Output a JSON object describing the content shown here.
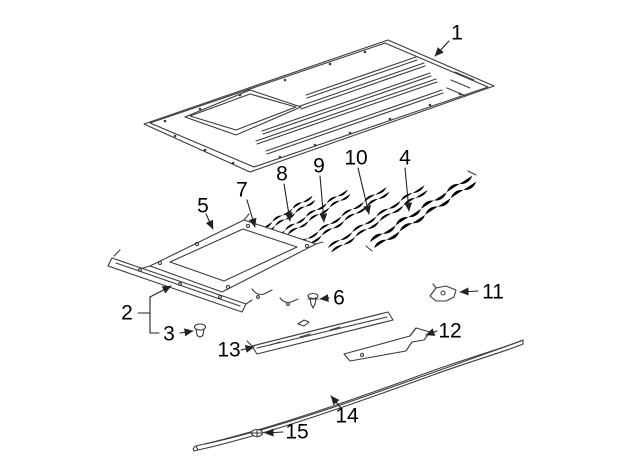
{
  "callouts": {
    "c1": {
      "label": "1"
    },
    "c2": {
      "label": "2"
    },
    "c3": {
      "label": "3"
    },
    "c4": {
      "label": "4"
    },
    "c5": {
      "label": "5"
    },
    "c6": {
      "label": "6"
    },
    "c7": {
      "label": "7"
    },
    "c8": {
      "label": "8"
    },
    "c9": {
      "label": "9"
    },
    "c10": {
      "label": "10"
    },
    "c11": {
      "label": "11"
    },
    "c12": {
      "label": "12"
    },
    "c13": {
      "label": "13"
    },
    "c14": {
      "label": "14"
    },
    "c15": {
      "label": "15"
    }
  },
  "colors": {
    "background": "#ffffff",
    "line": "#3c3c3c",
    "text": "#000000"
  }
}
